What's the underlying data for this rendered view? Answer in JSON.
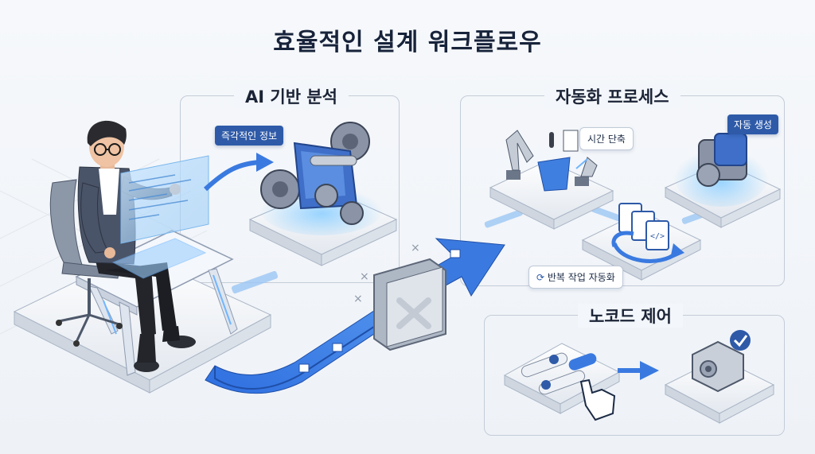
{
  "title": "효율적인 설계 워크플로우",
  "sections": {
    "ai": {
      "title": "AI 기반 분석",
      "tag": "즉각적인 정보"
    },
    "auto": {
      "title": "자동화 프로세스",
      "tag_time": "시간 단축",
      "tag_gen": "자동 생성",
      "tag_repeat": "반복 작업 자동화"
    },
    "nocode": {
      "title": "노코드 제어"
    }
  },
  "icons": [
    "designer-figure",
    "gear-assembly-icon",
    "robot-arm-icon",
    "folder-icon",
    "code-window-icon",
    "toggle-panel-icon",
    "hand-cursor-icon",
    "check-icon",
    "part-icon"
  ],
  "colors": {
    "accent": "#2e5aa8",
    "flow": "#3a7ae0",
    "glow": "#6fb6ff"
  }
}
